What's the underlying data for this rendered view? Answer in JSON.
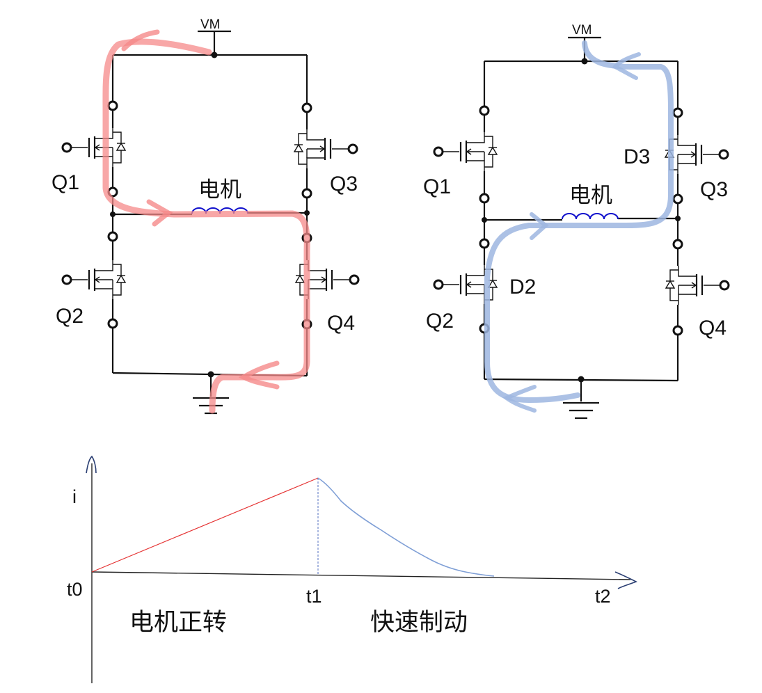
{
  "colors": {
    "forward_path": "#f58a8a",
    "brake_path": "#9db6e0",
    "coil": "#1010cc",
    "rise_line": "#e53333",
    "decay_line": "#7f9fd6"
  },
  "left_circuit": {
    "supply": "VM",
    "motor": "电机",
    "transistors": [
      "Q1",
      "Q2",
      "Q3",
      "Q4"
    ]
  },
  "right_circuit": {
    "supply": "VM",
    "motor": "电机",
    "transistors": [
      "Q1",
      "Q2",
      "Q3",
      "Q4"
    ],
    "diodes": [
      "D3",
      "D2"
    ]
  },
  "graph": {
    "y_label": "i",
    "ticks": [
      "t0",
      "t1",
      "t2"
    ],
    "phase_forward": "电机正转",
    "phase_brake": "快速制动"
  }
}
